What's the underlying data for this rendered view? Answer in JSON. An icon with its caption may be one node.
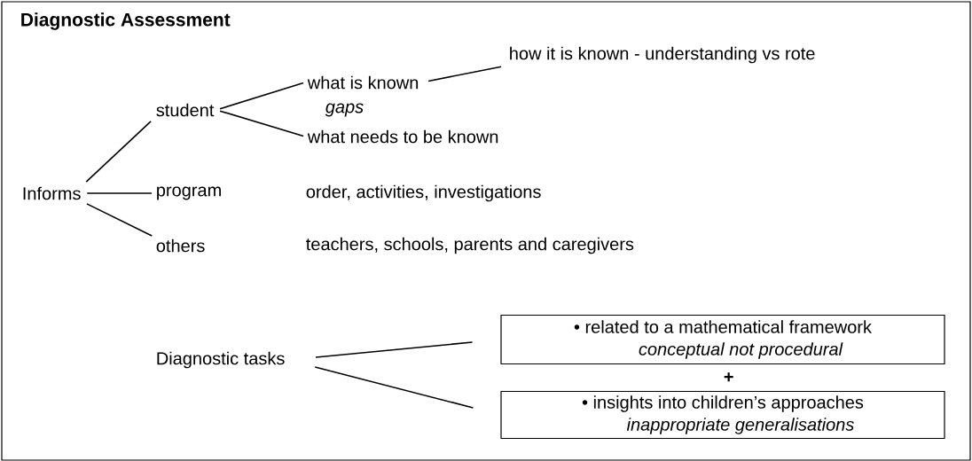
{
  "diagram": {
    "title": "Diagnostic Assessment",
    "nodes": [
      {
        "text": [
          "Informs"
        ]
      },
      {
        "text": [
          "student"
        ]
      },
      {
        "text": [
          "program"
        ]
      },
      {
        "text": [
          "others"
        ]
      },
      {
        "text": [
          "what is known"
        ]
      },
      {
        "text": [
          "what needs to be known"
        ]
      },
      {
        "text": [
          "how it is known - understanding vs rote"
        ]
      },
      {
        "text": [
          "Diagnostic tasks"
        ]
      },
      {
        "text": [
          "• related to a mathematical framework",
          "conceptual not procedural"
        ]
      },
      {
        "text": [
          "• insights into children’s approaches",
          "inappropriate generalisations"
        ]
      }
    ],
    "edges": [
      {
        "from": 0,
        "to": 1,
        "arrow": "none"
      },
      {
        "from": 0,
        "to": 2,
        "arrow": "none"
      },
      {
        "from": 0,
        "to": 3,
        "arrow": "none"
      },
      {
        "from": 1,
        "to": 4,
        "arrow": "none"
      },
      {
        "from": 1,
        "to": 5,
        "arrow": "none"
      },
      {
        "from": 4,
        "to": 6,
        "arrow": "none"
      },
      {
        "from": 7,
        "to": 8,
        "arrow": "none"
      },
      {
        "from": 7,
        "to": 9,
        "arrow": "none"
      }
    ],
    "labels": [
      "gaps",
      "order, activities, investigations",
      "teachers, schools, parents and caregivers",
      "+"
    ]
  }
}
